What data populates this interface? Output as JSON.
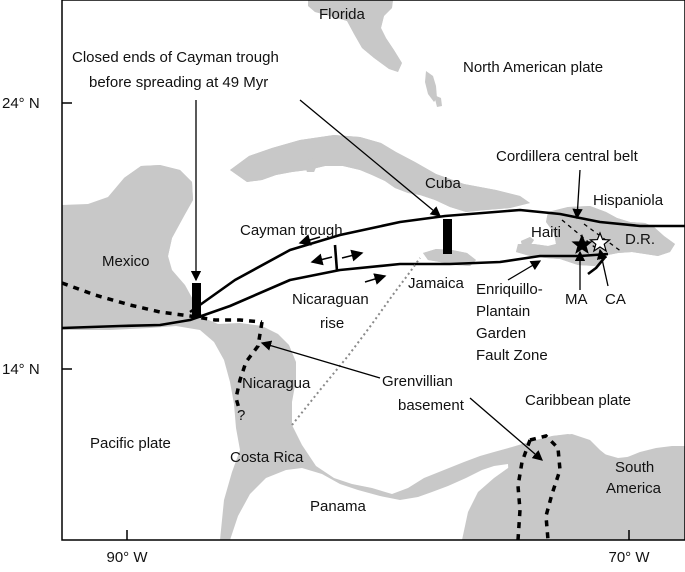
{
  "colors": {
    "land": "#c8c8c8",
    "ocean": "#ffffff",
    "line": "#000000",
    "gray_dotted": "#8a8a8a"
  },
  "axes": {
    "lat_top": "24° N",
    "lat_bottom": "14° N",
    "lon_left": "90° W",
    "lon_right": "70° W"
  },
  "labels": {
    "florida": "Florida",
    "north_american_plate": "North American plate",
    "closed_ends_line1": "Closed ends of Cayman trough",
    "closed_ends_line2": "before spreading at 49 Myr",
    "cordillera_central_belt": "Cordillera central belt",
    "cuba": "Cuba",
    "hispaniola": "Hispaniola",
    "cayman_trough": "Cayman trough",
    "haiti": "Haiti",
    "dr": "D.R.",
    "mexico": "Mexico",
    "jamaica": "Jamaica",
    "nicaraguan_rise_line1": "Nicaraguan",
    "nicaraguan_rise_line2": "rise",
    "efz_line1": "Enriquillo-",
    "efz_line2": "Plantain",
    "efz_line3": "Garden",
    "efz_line4": "Fault Zone",
    "ma": "MA",
    "ca": "CA",
    "nicaragua": "Nicaragua",
    "question_mark": "?",
    "grenvillian_line1": "Grenvillian",
    "grenvillian_line2": "basement",
    "caribbean_plate": "Caribbean plate",
    "pacific_plate": "Pacific plate",
    "costa_rica": "Costa Rica",
    "south_america_line1": "South",
    "south_america_line2": "America",
    "panama": "Panama"
  },
  "icons": {
    "star_filled": "star-filled-icon",
    "star_outline": "star-outline-icon"
  }
}
